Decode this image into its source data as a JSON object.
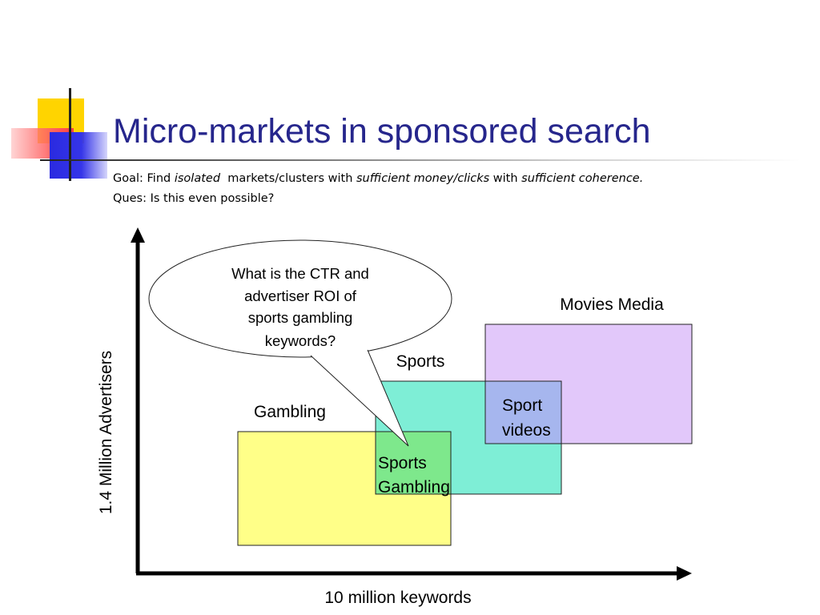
{
  "slide": {
    "title": "Micro-markets in sponsored search",
    "goal": {
      "prefix": "Goal: Find ",
      "italic1": "isolated",
      "mid1": "  markets/clusters with ",
      "italic2": "sufficient money/clicks",
      "mid2": " with ",
      "italic3": "sufficient coherence.",
      "suffix": ""
    },
    "question": "Ques: Is this even possible?"
  },
  "diagram": {
    "x_axis_label": "10 million keywords",
    "y_axis_label": "1.4 Million Advertisers",
    "callout": {
      "lines": [
        "What is the CTR and",
        "advertiser ROI  of",
        "sports gambling",
        "keywords?"
      ]
    },
    "markets": {
      "gambling": {
        "label": "Gambling",
        "color": "#ffff88"
      },
      "sports": {
        "label": "Sports",
        "color": "#7eeed6"
      },
      "movies_media": {
        "label": "Movies Media",
        "color": "#e2c8fa"
      },
      "sports_gambling": {
        "lines": [
          "Sports",
          "Gambling"
        ],
        "color": "#7ee88c"
      },
      "sport_videos": {
        "lines": [
          "Sport",
          "videos"
        ],
        "color": "#a6b6ee"
      }
    }
  },
  "colors": {
    "title": "#26268c",
    "accent_yellow": "#ffd400",
    "accent_blue": "#3535e8",
    "accent_red": "#ff5a5a"
  }
}
